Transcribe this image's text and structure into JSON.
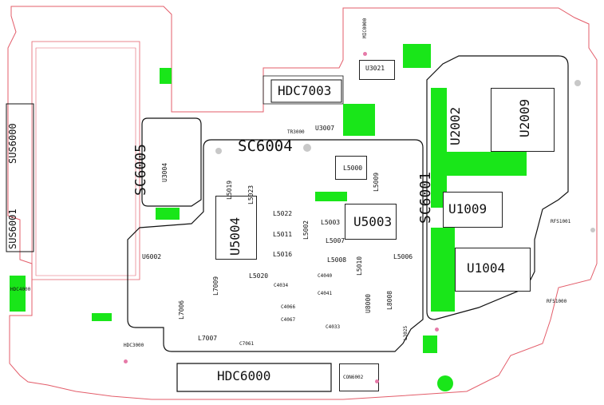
{
  "board": {
    "colors": {
      "outline": "#e35d6a",
      "component_pad": "#19e619",
      "silkscreen": "#111111",
      "background": "#ffffff"
    },
    "labels": {
      "hdc7003": "HDC7003",
      "hdc6000": "HDC6000",
      "sc6004": "SC6004",
      "sc6005": "SC6005",
      "sc6001": "SC6001",
      "sus6000": "SUS6000",
      "sus6001": "SUS6001",
      "u1009": "U1009",
      "u1004": "U1004",
      "u2002": "U2002",
      "u2009": "U2009",
      "u5003": "U5003",
      "u5004": "U5004",
      "u3021": "U3021",
      "u3007": "U3007",
      "u3004": "U3004",
      "u6002": "U6002",
      "u8000": "U8000",
      "l5000": "L5000",
      "l5009": "L5009",
      "l5019": "L5019",
      "l5023": "L5023",
      "l5022": "L5022",
      "l5011": "L5011",
      "l5016": "L5016",
      "l5002": "L5002",
      "l5003": "L5003",
      "l5007": "L5007",
      "l5008": "L5008",
      "l5010": "L5010",
      "l5006": "L5006",
      "l5020": "L5020",
      "l7009": "L7009",
      "l7006": "L7006",
      "l7007": "L7007",
      "l8008": "L8008",
      "l3025": "L3025",
      "c4034": "C4034",
      "c4040": "C4040",
      "c4041": "C4041",
      "c4066": "C4066",
      "c4067": "C4067",
      "c4033": "C4033",
      "c7061": "C7061",
      "con6002": "CON6002",
      "hdc4000": "HDC4000",
      "rfs1000": "RFS1000",
      "rfs1001": "RFS1001",
      "mic0000": "MIC0000",
      "tr3000": "TR3000",
      "hdc3000": "HDC3000"
    }
  }
}
